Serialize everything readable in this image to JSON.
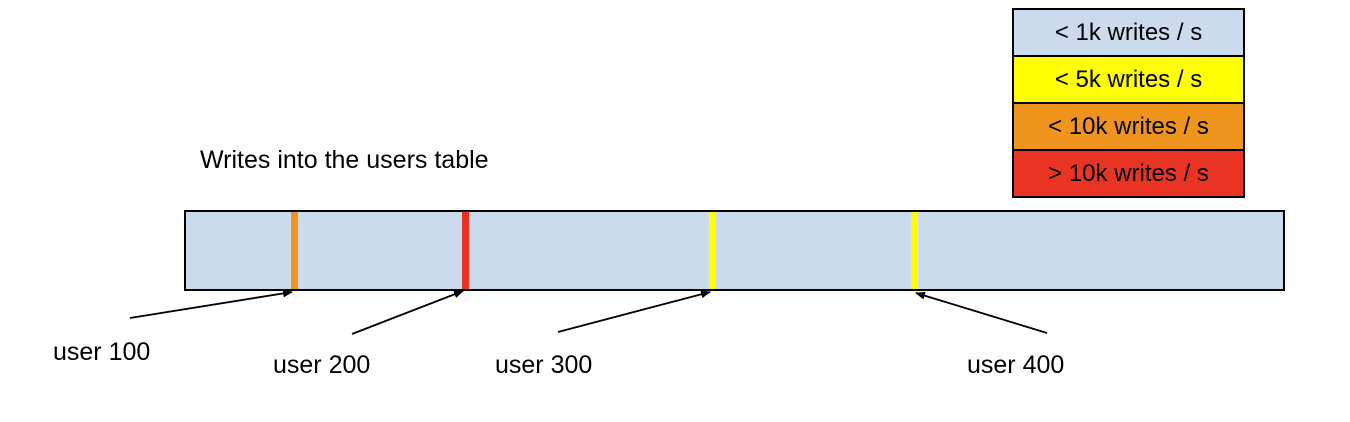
{
  "title": "Writes into the users table",
  "colors": {
    "bar_fill": "#ccdaee",
    "low_blue": "#ccdaee",
    "mid_yellow": "#ffff00",
    "high_orange": "#ef941d",
    "max_red": "#ea3423",
    "border": "#000000"
  },
  "legend": {
    "items": [
      {
        "label": "< 1k writes / s",
        "color": "#ccdaee"
      },
      {
        "label": "< 5k writes / s",
        "color": "#ffff00"
      },
      {
        "label": "< 10k writes / s",
        "color": "#ef941d"
      },
      {
        "label": "> 10k writes / s",
        "color": "#ea3423"
      }
    ]
  },
  "bar": {
    "fill": "#ccdaee",
    "markers": [
      {
        "user": "user 100",
        "color": "#ef941d",
        "rate": "< 10k writes / s"
      },
      {
        "user": "user 200",
        "color": "#ea3423",
        "rate": "> 10k writes / s"
      },
      {
        "user": "user 300",
        "color": "#ffff00",
        "rate": "< 5k writes / s"
      },
      {
        "user": "user 400",
        "color": "#ffff00",
        "rate": "< 5k writes / s"
      }
    ]
  }
}
